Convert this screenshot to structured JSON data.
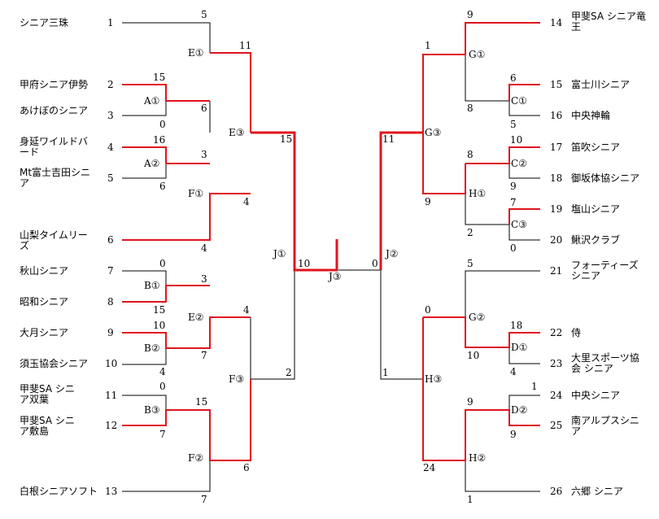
{
  "teams_left": [
    {
      "seed": "1",
      "name": "シニア三珠"
    },
    {
      "seed": "2",
      "name": "甲府シニア伊勢"
    },
    {
      "seed": "3",
      "name": "あけぼのシニア"
    },
    {
      "seed": "4",
      "name": "身延ワイルドバード"
    },
    {
      "seed": "5",
      "name": "Mt富士吉田シニア"
    },
    {
      "seed": "6",
      "name": "山梨タイムリーズ"
    },
    {
      "seed": "7",
      "name": "秋山シニア"
    },
    {
      "seed": "8",
      "name": "昭和シニア"
    },
    {
      "seed": "9",
      "name": "大月シニア"
    },
    {
      "seed": "10",
      "name": "須玉協会シニア"
    },
    {
      "seed": "11",
      "name": "甲斐SA シニア双葉"
    },
    {
      "seed": "12",
      "name": "甲斐SA シニア敷島"
    },
    {
      "seed": "13",
      "name": "白根シニアソフト"
    }
  ],
  "teams_right": [
    {
      "seed": "14",
      "name": "甲斐SA シニア竜王"
    },
    {
      "seed": "15",
      "name": "富士川シニア"
    },
    {
      "seed": "16",
      "name": "中央神輪"
    },
    {
      "seed": "17",
      "name": "笛吹シニア"
    },
    {
      "seed": "18",
      "name": "御坂体協シニア"
    },
    {
      "seed": "19",
      "name": "塩山シニア"
    },
    {
      "seed": "20",
      "name": "鰍沢クラブ"
    },
    {
      "seed": "21",
      "name": "フォーティーズシニア"
    },
    {
      "seed": "22",
      "name": "侍"
    },
    {
      "seed": "23",
      "name": "大里スポーツ協会 シニア"
    },
    {
      "seed": "24",
      "name": "中央シニア"
    },
    {
      "seed": "25",
      "name": "南アルプスシニア"
    },
    {
      "seed": "26",
      "name": "六郷 シニア"
    }
  ],
  "match_labels": {
    "A1": "A①",
    "A2": "A②",
    "B1": "B①",
    "B2": "B②",
    "B3": "B③",
    "C1": "C①",
    "C2": "C②",
    "C3": "C③",
    "D1": "D①",
    "D2": "D②",
    "E1": "E①",
    "E2": "E②",
    "E3": "E③",
    "F1": "F①",
    "F2": "F②",
    "F3": "F③",
    "G1": "G①",
    "G2": "G②",
    "G3": "G③",
    "H1": "H①",
    "H2": "H②",
    "H3": "H③",
    "J1": "J①",
    "J2": "J②",
    "J3": "J③"
  },
  "scores": {
    "s1": "5",
    "s2": "15",
    "s3": "0",
    "s4": "6",
    "s5": "11",
    "s6": "16",
    "s7": "3",
    "s8": "6",
    "s9": "4",
    "s10": "15",
    "s11": "4",
    "s12": "0",
    "s13": "3",
    "s14": "15",
    "s15": "10",
    "s16": "7",
    "s17": "4",
    "s18": "4",
    "s19": "0",
    "s20": "15",
    "s21": "7",
    "s22": "6",
    "s23": "2",
    "s24": "7",
    "s25": "10",
    "r1": "9",
    "r2": "1",
    "r3": "6",
    "r4": "5",
    "r5": "8",
    "r6": "11",
    "r7": "10",
    "r8": "9",
    "r9": "8",
    "r10": "9",
    "r11": "7",
    "r12": "0",
    "r13": "2",
    "r14": "0",
    "r15": "5",
    "r16": "0",
    "r17": "18",
    "r18": "10",
    "r19": "4",
    "r20": "1",
    "r21": "9",
    "r22": "9",
    "r23": "1",
    "r24": "24",
    "r25": "1"
  },
  "colors": {
    "win": "#e0141e",
    "line": "#000000"
  }
}
